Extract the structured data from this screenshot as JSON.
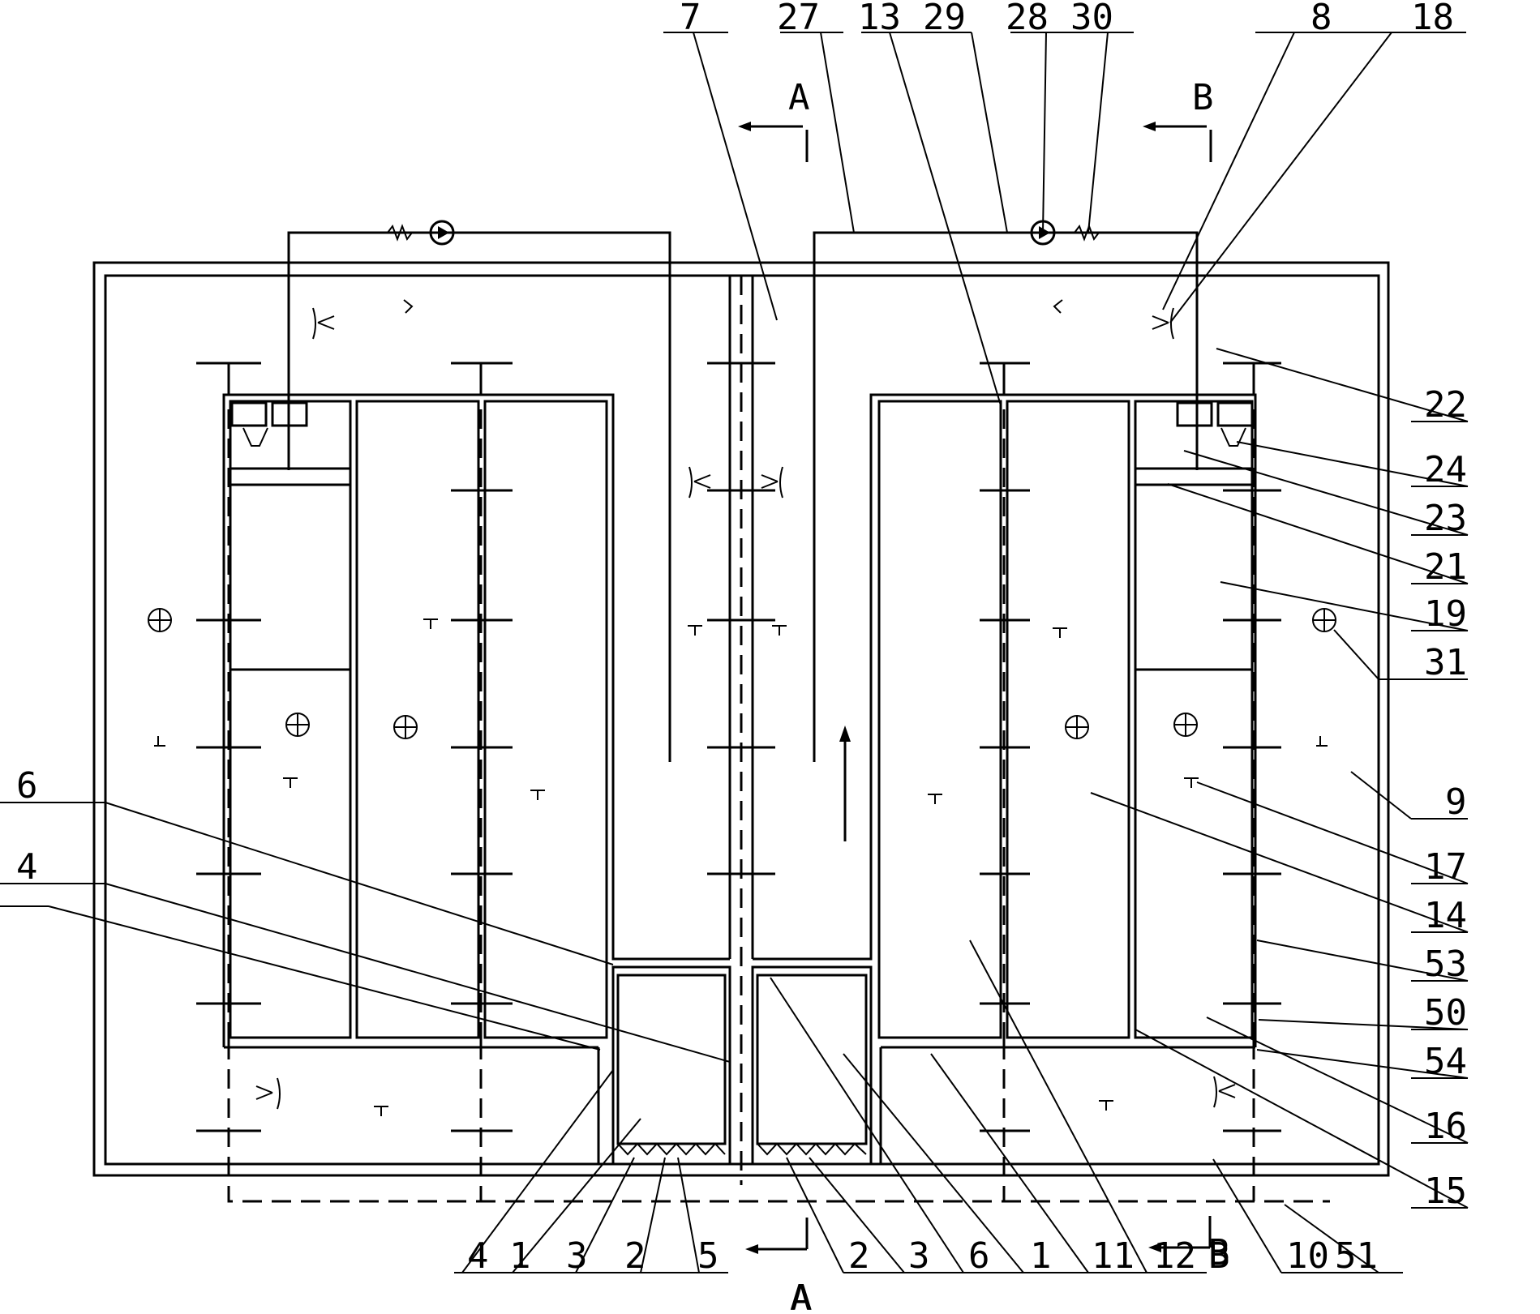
{
  "callout_labels": [
    "7",
    "27",
    "13",
    "29",
    "28",
    "30",
    "8",
    "18",
    "22",
    "24",
    "23",
    "21",
    "19",
    "31",
    "9",
    "17",
    "14",
    "53",
    "50",
    "54",
    "16",
    "15",
    "51",
    "10",
    "B",
    "12",
    "11",
    "1",
    "6",
    "3",
    "2",
    "A",
    "5",
    "2",
    "3",
    "1",
    "4",
    "6",
    "4"
  ],
  "section_labels": {
    "top_left": "A",
    "top_right": "B",
    "bottom_left": "A",
    "bottom_right": "B"
  }
}
